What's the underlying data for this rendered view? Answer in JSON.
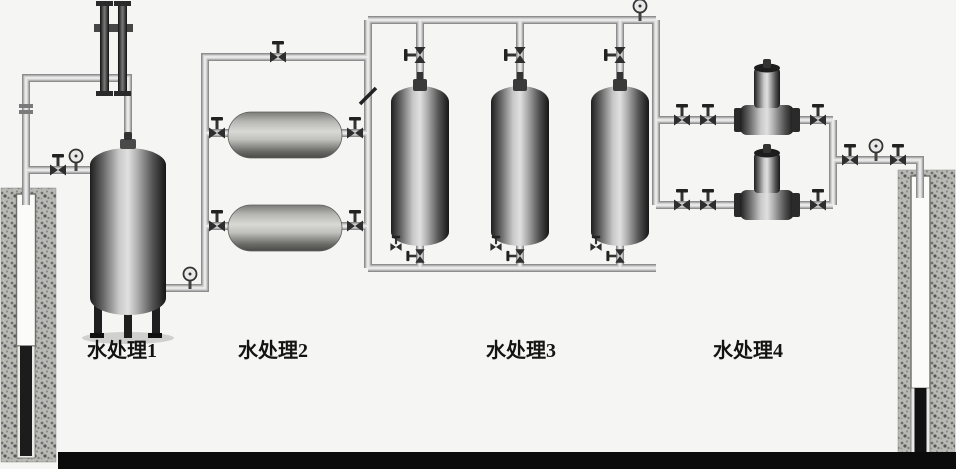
{
  "diagram": {
    "labels": {
      "stage1": "水处理1",
      "stage2": "水处理2",
      "stage3": "水处理3",
      "stage4": "水处理4"
    },
    "colors": {
      "background": "#f5f5f3",
      "pipe": "#d2d2d2",
      "pipe_edge": "#8d8d8d",
      "vessel_dark": "#2b2b2b",
      "ground_bar": "#0b0b0b"
    }
  }
}
